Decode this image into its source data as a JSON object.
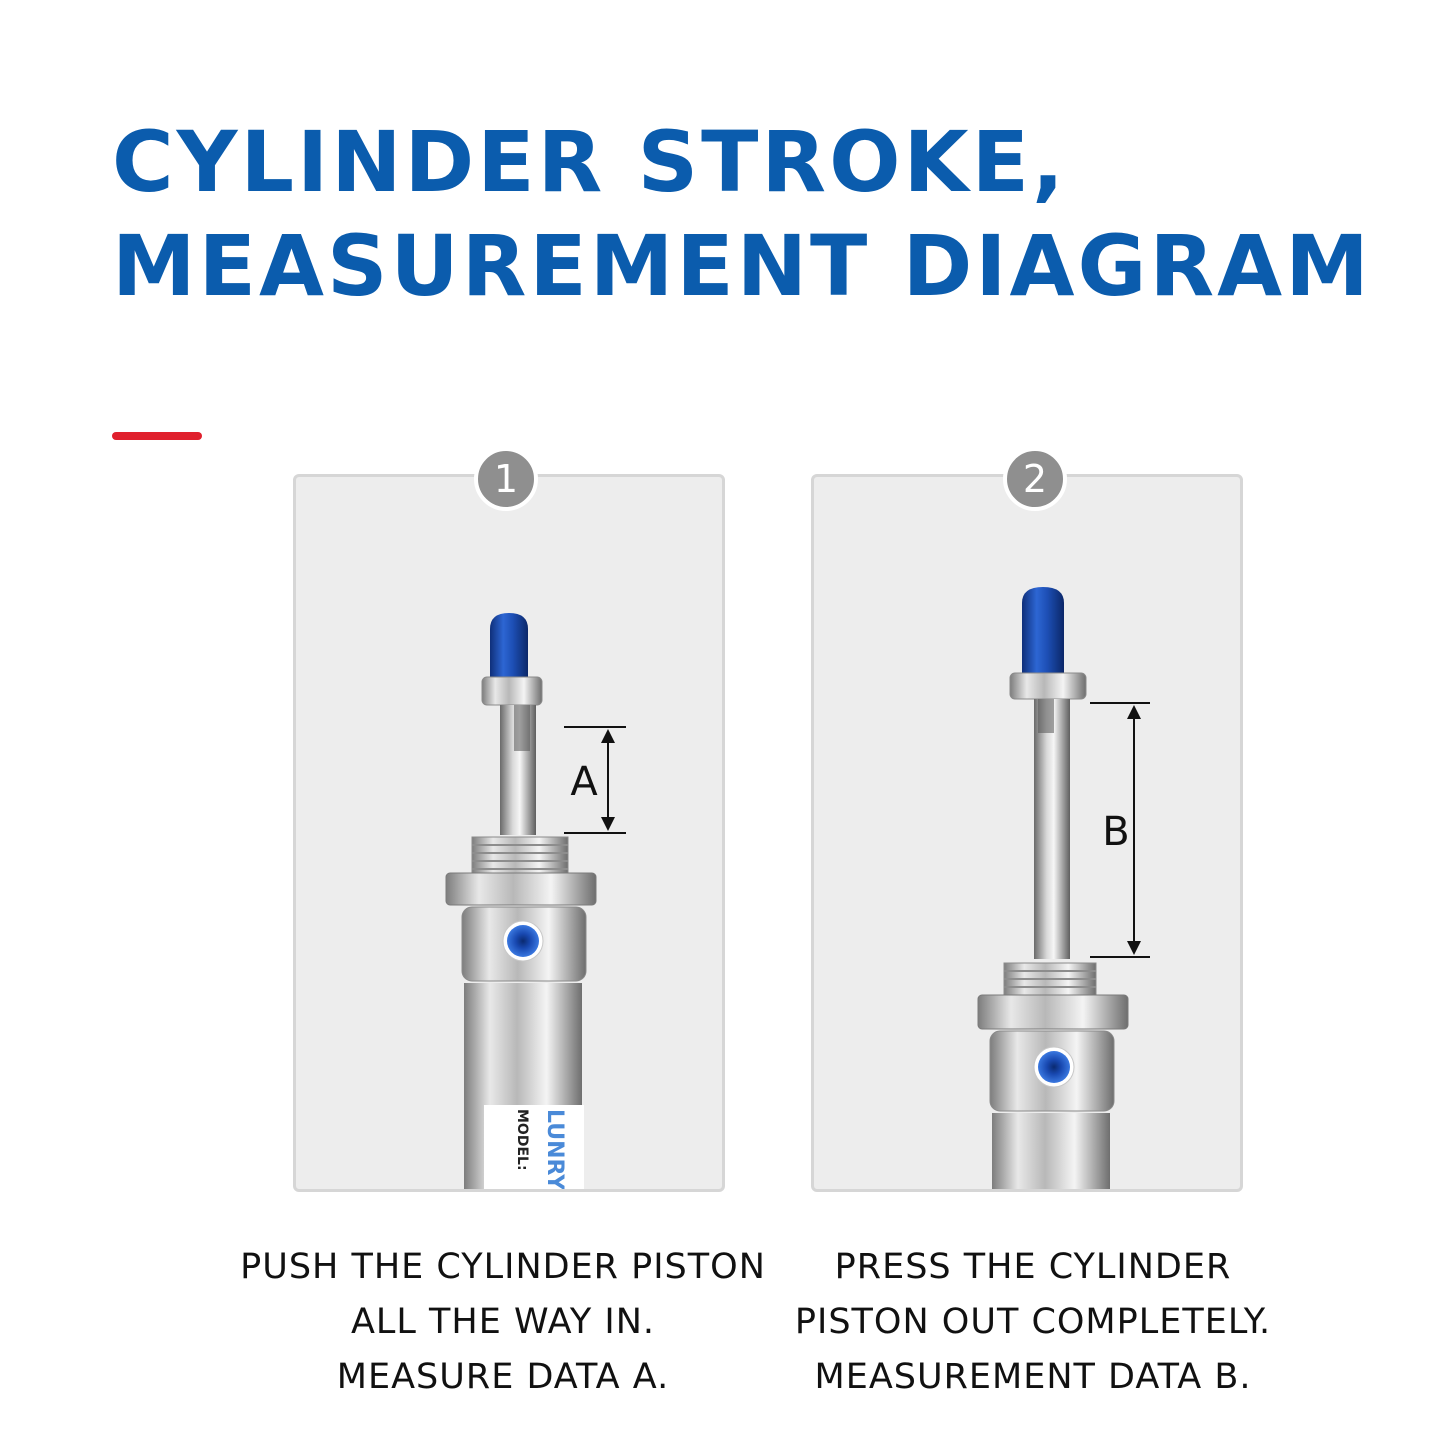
{
  "title": {
    "line1": "CYLINDER STROKE,",
    "line2": "MEASUREMENT DIAGRAM"
  },
  "colors": {
    "title": "#0b5cad",
    "accent_bar": "#e0202d",
    "badge": "#8f8f8f",
    "panel_bg": "#ededed",
    "cap_blue": "#1d4fb5"
  },
  "steps": [
    {
      "number": "1",
      "dimension_label": "A",
      "piston_state": "retracted",
      "body_label": "LUNRY",
      "model_label": "MODEL:",
      "caption": [
        "PUSH THE CYLINDER PISTON",
        "ALL THE WAY IN.",
        "MEASURE DATA A."
      ]
    },
    {
      "number": "2",
      "dimension_label": "B",
      "piston_state": "extended",
      "caption": [
        "PRESS THE CYLINDER",
        "PISTON OUT COMPLETELY.",
        "MEASUREMENT DATA B."
      ]
    }
  ]
}
